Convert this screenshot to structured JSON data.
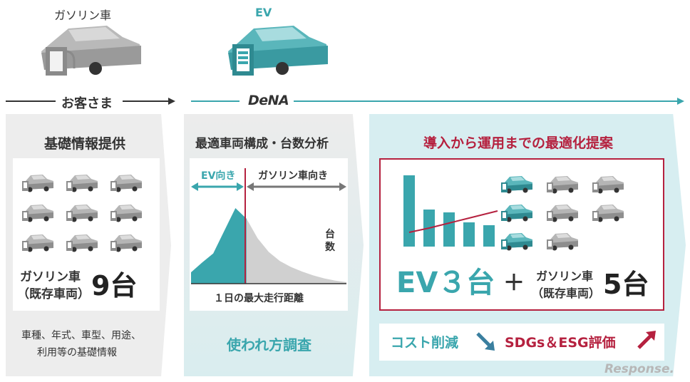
{
  "top": {
    "gasoline_car_label": "ガソリン車",
    "ev_label": "EV",
    "customer_label": "お客さま",
    "company_logo": "DeNA"
  },
  "panel1": {
    "title": "基礎情報提供",
    "gasoline_label": "ガソリン車",
    "existing_label": "（既存車両）",
    "count": "9台",
    "footer_line1": "車種、年式、車型、用途、",
    "footer_line2": "利用等の基礎情報",
    "car_count": 9
  },
  "panel2": {
    "title": "最適車両構成・台数分析",
    "ev_range_label": "EV向き",
    "gasoline_range_label": "ガソリン車向き",
    "y_axis_label": "台数",
    "x_axis_label": "１日の最大走行距離",
    "footer": "使われ方調査"
  },
  "panel3": {
    "title": "導入から運用までの最適化提案",
    "ev_result": "EV３台",
    "plus": "＋",
    "gasoline_label": "ガソリン車",
    "existing_label": "（既存車両）",
    "gasoline_count": "5台",
    "cost_label": "コスト削減",
    "sdgs_label": "SDGs＆ESG評価",
    "ev_cars": 3,
    "gasoline_cars": 5
  },
  "watermark": "Response.",
  "colors": {
    "teal": "#3aa6ad",
    "crimson": "#b5213f",
    "gray_car": "#a6a6a6",
    "panel_gray": "#ededed",
    "panel_teal": "#d7eef1"
  },
  "chart_data": [
    {
      "type": "area",
      "ylabel": "台数",
      "xlabel": "１日の最大走行距離",
      "series": [
        {
          "name": "EV向き",
          "x": [
            0,
            1,
            2,
            3,
            4,
            5
          ],
          "values": [
            0.15,
            0.28,
            0.4,
            0.7,
            1.0,
            0.86
          ]
        },
        {
          "name": "ガソリン車向き",
          "x": [
            5,
            6,
            7,
            8,
            9,
            10,
            11,
            12,
            13,
            14
          ],
          "values": [
            0.86,
            0.6,
            0.42,
            0.3,
            0.22,
            0.16,
            0.11,
            0.07,
            0.04,
            0.02
          ]
        }
      ]
    },
    {
      "type": "bar",
      "categories": [
        "1",
        "2",
        "3",
        "4",
        "5"
      ],
      "values": [
        1.0,
        0.52,
        0.48,
        0.34,
        0.3
      ],
      "line": [
        0.2,
        0.26,
        0.33,
        0.4,
        0.47
      ]
    }
  ]
}
